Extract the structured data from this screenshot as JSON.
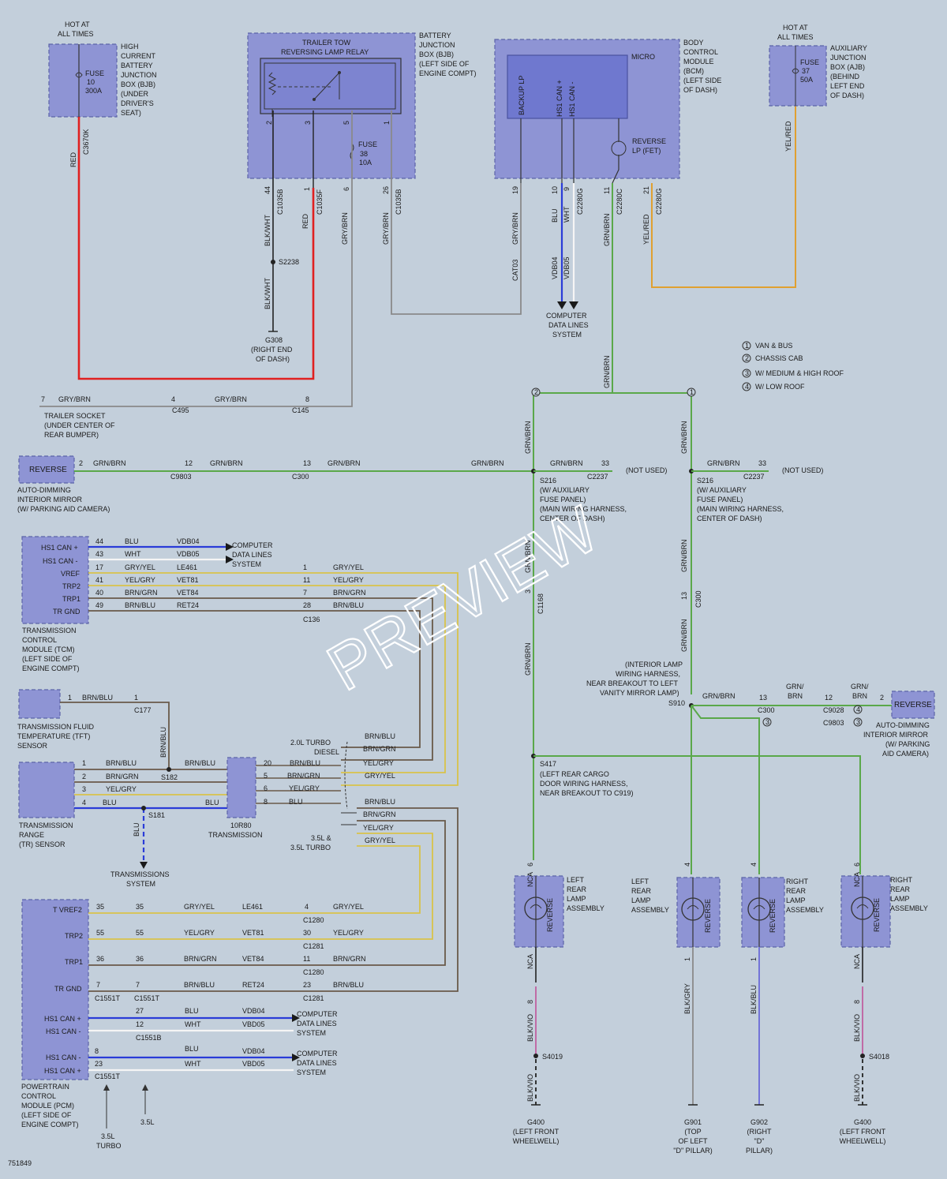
{
  "diagram_id": "751849",
  "watermark": "PREVIEW",
  "colors": {
    "red": "#e02020",
    "green": "#5aa84a",
    "blue": "#2a3cd8",
    "gray": "#8a8a8a",
    "yellow": "#d9c24a",
    "orange": "#e0a030",
    "brown": "#6a5a4a",
    "pink": "#c060a0",
    "black": "#222222",
    "white": "#f5f5f5"
  },
  "legend": [
    {
      "num": "1",
      "text": "VAN & BUS"
    },
    {
      "num": "2",
      "text": "CHASSIS CAB"
    },
    {
      "num": "3",
      "text": "W/ MEDIUM & HIGH ROOF"
    },
    {
      "num": "4",
      "text": "W/ LOW ROOF"
    }
  ],
  "hot_label": [
    "HOT AT",
    "ALL TIMES"
  ],
  "bjb_high": {
    "fuse": [
      "FUSE",
      "10",
      "300A"
    ],
    "desc": [
      "HIGH",
      "CURRENT",
      "BATTERY",
      "JUNCTION",
      "BOX (BJB)",
      "(UNDER",
      "DRIVER'S",
      "SEAT)"
    ],
    "wire": "RED",
    "conn": "C3670K"
  },
  "relay": {
    "title": [
      "TRAILER TOW",
      "REVERSING LAMP RELAY"
    ],
    "pins": [
      "2",
      "3",
      "5",
      "1"
    ],
    "fuse": [
      "FUSE",
      "38",
      "10A"
    ],
    "desc": [
      "BATTERY",
      "JUNCTION",
      "BOX (BJB)",
      "(LEFT SIDE OF",
      "ENGINE COMPT)"
    ],
    "wires": [
      {
        "pin": "44",
        "conn": "C1035B",
        "color": "BLK/WHT"
      },
      {
        "pin": "1",
        "conn": "C1035F",
        "color": "RED"
      },
      {
        "pin": "6",
        "conn": "",
        "color": "GRY/BRN"
      },
      {
        "pin": "26",
        "conn": "C1035B",
        "color": "GRY/BRN"
      }
    ],
    "splice": "S2238",
    "ground": [
      "G308",
      "(RIGHT END",
      "OF DASH)"
    ]
  },
  "bcm": {
    "micro": "MICRO",
    "pins": [
      "BACKUP LP",
      "HS1 CAN +",
      "HS1 CAN -"
    ],
    "fet": [
      "REVERSE",
      "LP (FET)"
    ],
    "desc": [
      "BODY",
      "CONTROL",
      "MODULE",
      "(BCM)",
      "(LEFT SIDE",
      "OF DASH)"
    ],
    "wires": [
      {
        "pin": "19",
        "conn": "C2280G",
        "color": "GRY/BRN",
        "circ": "CAT03"
      },
      {
        "pin": "10",
        "conn": "",
        "color": "BLU",
        "circ": "VDB04"
      },
      {
        "pin": "9",
        "conn": "C2280G",
        "color": "WHT",
        "circ": "VDB05"
      },
      {
        "pin": "11",
        "conn": "C2280C",
        "color": "GRN/BRN"
      },
      {
        "pin": "21",
        "conn": "C2280G",
        "color": "YEL/RED"
      }
    ],
    "cdl": [
      "COMPUTER",
      "DATA LINES",
      "SYSTEM"
    ]
  },
  "ajb": {
    "fuse": [
      "FUSE",
      "37",
      "50A"
    ],
    "desc": [
      "AUXILIARY",
      "JUNCTION",
      "BOX (AJB)",
      "(BEHIND",
      "LEFT END",
      "OF DASH)"
    ],
    "wire": "YEL/RED"
  },
  "trailer": {
    "desc": [
      "TRAILER SOCKET",
      "(UNDER CENTER OF",
      "REAR BUMPER)"
    ],
    "pin": "7",
    "wire": "GRY/BRN",
    "c1": "4",
    "c1n": "C495",
    "c2": "8",
    "c2n": "C145"
  },
  "mirror_left": {
    "label": "REVERSE",
    "desc": [
      "AUTO-DIMMING",
      "INTERIOR MIRROR",
      "(W/ PARKING AID CAMERA)"
    ],
    "pin": "2",
    "wire": "GRN/BRN",
    "c1": "12",
    "c1n": "C9803",
    "c2": "13",
    "c2n": "C300"
  },
  "s216": {
    "name": "S216",
    "desc": [
      "(W/ AUXILIARY",
      "FUSE PANEL)",
      "(MAIN WIRING HARNESS,",
      "CENTER OF DASH)"
    ],
    "pin": "33",
    "conn": "C2237",
    "notused": "(NOT USED)",
    "wire": "GRN/BRN"
  },
  "tcm": {
    "pins": [
      {
        "name": "HS1 CAN +",
        "num": "44",
        "color": "BLU",
        "circ": "VDB04"
      },
      {
        "name": "HS1 CAN -",
        "num": "43",
        "color": "WHT",
        "circ": "VDB05"
      },
      {
        "name": "VREF",
        "num": "17",
        "color": "GRY/YEL",
        "circ": "LE461",
        "cp": "1",
        "cc": "GRY/YEL"
      },
      {
        "name": "TRP2",
        "num": "41",
        "color": "YEL/GRY",
        "circ": "VET81",
        "cp": "11",
        "cc": "YEL/GRY"
      },
      {
        "name": "TRP1",
        "num": "40",
        "color": "BRN/GRN",
        "circ": "VET84",
        "cp": "7",
        "cc": "BRN/GRN"
      },
      {
        "name": "TR GND",
        "num": "49",
        "color": "BRN/BLU",
        "circ": "RET24",
        "cp": "28",
        "cc": "BRN/BLU"
      }
    ],
    "conn": "C136",
    "desc": [
      "TRANSMISSION",
      "CONTROL",
      "MODULE (TCM)",
      "(LEFT SIDE OF",
      "ENGINE COMPT)"
    ],
    "cdl": [
      "COMPUTER",
      "DATA LINES",
      "SYSTEM"
    ]
  },
  "tft": {
    "desc": [
      "TRANSMISSION FLUID",
      "TEMPERATURE (TFT)",
      "SENSOR"
    ],
    "pin": "1",
    "wire": "BRN/BLU",
    "conn": "C177"
  },
  "tr": {
    "desc": [
      "TRANSMISSION",
      "RANGE",
      "(TR) SENSOR"
    ],
    "pins": [
      {
        "num": "1",
        "color": "BRN/BLU",
        "tp": "20"
      },
      {
        "num": "2",
        "color": "BRN/GRN",
        "tp": "5"
      },
      {
        "num": "3",
        "color": "YEL/GRY",
        "tp": "6"
      },
      {
        "num": "4",
        "color": "BLU",
        "tp": "8"
      }
    ],
    "s182": "S182",
    "s181": "S181",
    "sys": [
      "TRANSMISSIONS",
      "SYSTEM"
    ],
    "trans": [
      "10R80",
      "TRANSMISSION"
    ]
  },
  "engine_a": {
    "label": [
      "2.0L TURBO",
      "DIESEL"
    ],
    "wires": [
      "BRN/BLU",
      "BRN/GRN",
      "YEL/GRY",
      "GRY/YEL"
    ]
  },
  "engine_b": {
    "label": [
      "3.5L &",
      "3.5L TURBO"
    ],
    "wires": [
      "BRN/BLU",
      "BRN/GRN",
      "YEL/GRY",
      "GRY/YEL"
    ]
  },
  "pcm": {
    "pins": [
      {
        "name": "T VREF2",
        "a": "35",
        "b": "35",
        "color": "GRY/YEL",
        "circ": "LE461",
        "cp": "4",
        "cc": "GRY/YEL",
        "conn": "C1280"
      },
      {
        "name": "TRP2",
        "a": "55",
        "b": "55",
        "color": "YEL/GRY",
        "circ": "VET81",
        "cp": "30",
        "cc": "YEL/GRY",
        "conn": "C1281"
      },
      {
        "name": "TRP1",
        "a": "36",
        "b": "36",
        "color": "BRN/GRN",
        "circ": "VET84",
        "cp": "11",
        "cc": "BRN/GRN",
        "conn": "C1280"
      },
      {
        "name": "TR GND",
        "a": "7",
        "b": "7",
        "color": "BRN/BLU",
        "circ": "RET24",
        "cp": "23",
        "cc": "BRN/BLU",
        "conn": "C1281"
      }
    ],
    "conn_a": "C1551T",
    "conn_b": "C1551T",
    "can": [
      {
        "name": "HS1 CAN +",
        "num": "27",
        "color": "BLU",
        "circ": "VDB04"
      },
      {
        "name": "HS1 CAN -",
        "num": "12",
        "color": "WHT",
        "circ": "VBD05"
      },
      {
        "name": "HS1 CAN -",
        "num": "8",
        "color": "BLU",
        "circ": "VDB04"
      },
      {
        "name": "HS1 CAN +",
        "num": "23",
        "color": "WHT",
        "circ": "VBD05"
      }
    ],
    "conn_c": "C1551B",
    "conn_d": "C1551T",
    "desc": [
      "POWERTRAIN",
      "CONTROL",
      "MODULE (PCM)",
      "(LEFT SIDE OF",
      "ENGINE COMPT)"
    ],
    "v35t": [
      "3.5L",
      "TURBO"
    ],
    "v35": "3.5L",
    "cdl": [
      "COMPUTER",
      "DATA LINES",
      "SYSTEM"
    ]
  },
  "c1168": {
    "pin": "3",
    "conn": "C1168"
  },
  "c300v": {
    "pin": "13",
    "conn": "C300"
  },
  "s910": {
    "name": "S910",
    "desc": [
      "(INTERIOR LAMP",
      "WIRING HARNESS,",
      "NEAR BREAKOUT TO LEFT",
      "VANITY MIRROR LAMP)"
    ],
    "wire": "GRN/BRN",
    "c1": "13",
    "c1n": "C300",
    "c2": "12",
    "c2n": "C9028",
    "c3n": "C9803",
    "w2": [
      "GRN/",
      "BRN"
    ],
    "w3": [
      "GRN/",
      "BRN"
    ],
    "pin": "2"
  },
  "mirror_right": {
    "label": "REVERSE",
    "desc": [
      "AUTO-DIMMING",
      "INTERIOR MIRROR",
      "(W/ PARKING",
      "AID CAMERA)"
    ]
  },
  "s417": {
    "name": "S417",
    "desc": [
      "(LEFT REAR CARGO",
      "DOOR WIRING HARNESS,",
      "NEAR BREAKOUT TO C919)"
    ]
  },
  "lamps": [
    {
      "id": "lr1",
      "label": "REVERSE",
      "desc": [
        "LEFT",
        "REAR",
        "LAMP",
        "ASSEMBLY"
      ],
      "top": "6",
      "topc": "NCA",
      "botc": "NCA",
      "bot": "8",
      "gw": "BLK/VIO",
      "splice": "S4019",
      "ground": [
        "G400",
        "(LEFT FRONT",
        "WHEELWELL)"
      ]
    },
    {
      "id": "lr2",
      "label": "REVERSE",
      "desc": [
        "LEFT",
        "REAR",
        "LAMP",
        "ASSEMBLY"
      ],
      "top": "4",
      "bot": "1",
      "gw": "BLK/GRY",
      "ground": [
        "G901",
        "(TOP",
        "OF LEFT",
        "\"D\" PILLAR)"
      ]
    },
    {
      "id": "rr1",
      "label": "REVERSE",
      "desc": [
        "RIGHT",
        "REAR",
        "LAMP",
        "ASSEMBLY"
      ],
      "top": "4",
      "bot": "1",
      "gw": "BLK/BLU",
      "ground": [
        "G902",
        "(RIGHT",
        "\"D\"",
        "PILLAR)"
      ]
    },
    {
      "id": "rr2",
      "label": "REVERSE",
      "desc": [
        "RIGHT",
        "REAR",
        "LAMP",
        "ASSEMBLY"
      ],
      "top": "6",
      "topc": "NCA",
      "botc": "NCA",
      "bot": "8",
      "gw": "BLK/VIO",
      "splice": "S4018",
      "ground": [
        "G400",
        "(LEFT FRONT",
        "WHEELWELL)"
      ]
    }
  ]
}
